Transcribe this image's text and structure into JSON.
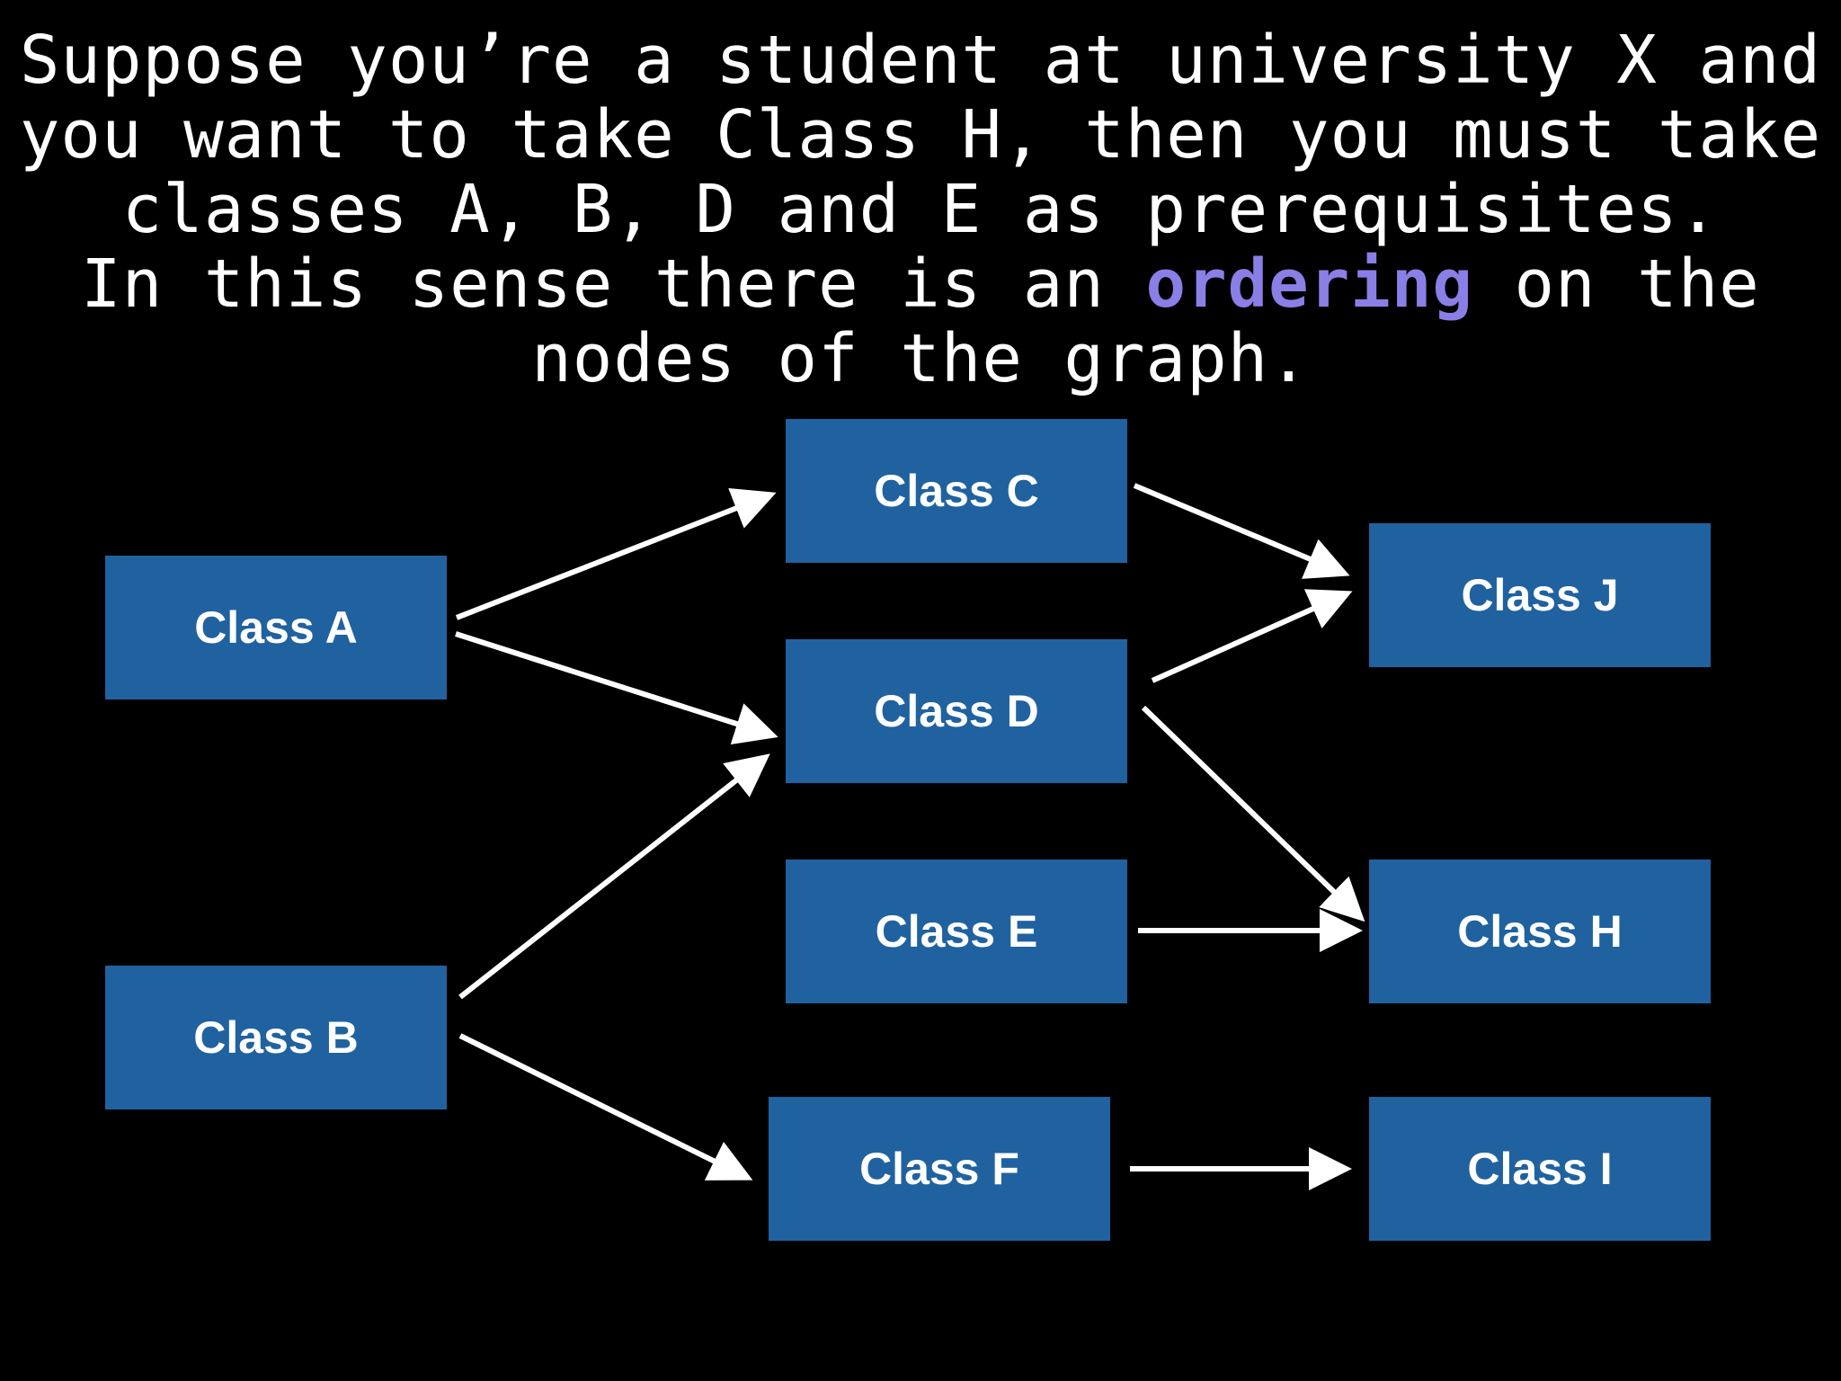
{
  "caption": {
    "line1": "Suppose you’re a student at university X and",
    "line2": "you want to take Class H, then you must take",
    "line3": "classes A, B, D and E as prerequisites.",
    "line4_before": "In this sense there is an ",
    "line4_highlight": "ordering",
    "line4_after": " on the",
    "line5": "nodes of the graph."
  },
  "colors": {
    "background": "#000000",
    "text": "#ffffff",
    "highlight": "#8a7fe6",
    "node_fill": "#2062a0",
    "edge": "#ffffff"
  },
  "graph": {
    "nodes": [
      {
        "id": "A",
        "label": "Class A"
      },
      {
        "id": "B",
        "label": "Class B"
      },
      {
        "id": "C",
        "label": "Class C"
      },
      {
        "id": "D",
        "label": "Class D"
      },
      {
        "id": "E",
        "label": "Class E"
      },
      {
        "id": "F",
        "label": "Class F"
      },
      {
        "id": "J",
        "label": "Class J"
      },
      {
        "id": "H",
        "label": "Class H"
      },
      {
        "id": "I",
        "label": "Class I"
      }
    ],
    "edges": [
      {
        "from": "A",
        "to": "C"
      },
      {
        "from": "A",
        "to": "D"
      },
      {
        "from": "B",
        "to": "D"
      },
      {
        "from": "B",
        "to": "F"
      },
      {
        "from": "C",
        "to": "J"
      },
      {
        "from": "D",
        "to": "J"
      },
      {
        "from": "D",
        "to": "H"
      },
      {
        "from": "E",
        "to": "H"
      },
      {
        "from": "F",
        "to": "I"
      }
    ]
  }
}
